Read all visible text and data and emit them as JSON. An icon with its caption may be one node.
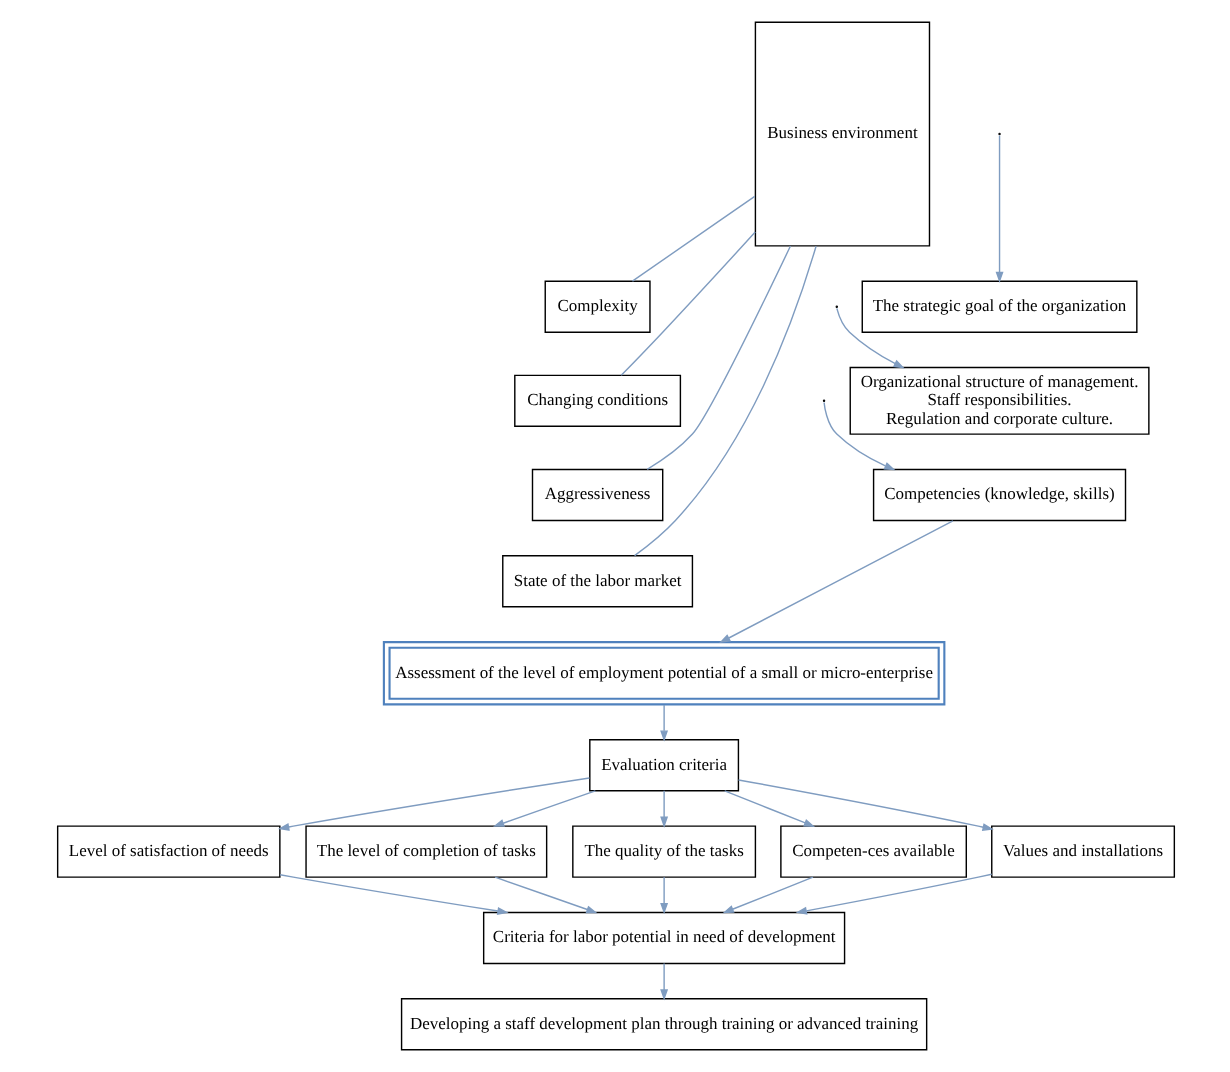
{
  "diagram": {
    "nodes": [
      {
        "text": [
          "The strategic goal of the organization"
        ]
      },
      {
        "text": [
          "Organizational structure of management.",
          "Staff responsibilities.",
          "Regulation and corporate culture."
        ]
      },
      {
        "text": [
          "Competencies (knowledge, skills)"
        ]
      },
      {
        "text": [
          "Complexity"
        ]
      },
      {
        "text": [
          "Changing conditions"
        ]
      },
      {
        "text": [
          "Aggressiveness"
        ]
      },
      {
        "text": [
          "State of the labor market"
        ]
      },
      {
        "text": [
          "Business environment"
        ]
      },
      {
        "text": [
          "Assessment of the level of employment potential of a small or micro-enterprise"
        ]
      },
      {
        "text": [
          "Evaluation criteria"
        ]
      },
      {
        "text": [
          "Level of satisfaction of needs"
        ]
      },
      {
        "text": [
          "The level of completion of tasks"
        ]
      },
      {
        "text": [
          "The quality of the tasks"
        ]
      },
      {
        "text": [
          "Competen-ces available"
        ]
      },
      {
        "text": [
          "Values and installations"
        ]
      },
      {
        "text": [
          "Criteria for labor potential in need of development"
        ]
      },
      {
        "text": [
          "Developing a staff development plan through training or advanced training"
        ]
      }
    ],
    "edges": [
      {
        "from": null,
        "to": 0,
        "arrow": "to"
      },
      {
        "from": null,
        "to": 1,
        "arrow": "to"
      },
      {
        "from": null,
        "to": 2,
        "arrow": "to"
      },
      {
        "from": 7,
        "to": 3,
        "arrow": "none"
      },
      {
        "from": 7,
        "to": 4,
        "arrow": "none"
      },
      {
        "from": 7,
        "to": 5,
        "arrow": "none"
      },
      {
        "from": 7,
        "to": 6,
        "arrow": "none"
      },
      {
        "from": 2,
        "to": 8,
        "arrow": "to"
      },
      {
        "from": 8,
        "to": 9,
        "arrow": "to"
      },
      {
        "from": 9,
        "to": 10,
        "arrow": "to"
      },
      {
        "from": 9,
        "to": 11,
        "arrow": "to"
      },
      {
        "from": 9,
        "to": 12,
        "arrow": "to"
      },
      {
        "from": 9,
        "to": 13,
        "arrow": "to"
      },
      {
        "from": 9,
        "to": 14,
        "arrow": "to"
      },
      {
        "from": 10,
        "to": 15,
        "arrow": "to"
      },
      {
        "from": 11,
        "to": 15,
        "arrow": "to"
      },
      {
        "from": 12,
        "to": 15,
        "arrow": "to"
      },
      {
        "from": 13,
        "to": 15,
        "arrow": "to"
      },
      {
        "from": 14,
        "to": 15,
        "arrow": "to"
      },
      {
        "from": 15,
        "to": 16,
        "arrow": "to"
      }
    ]
  }
}
